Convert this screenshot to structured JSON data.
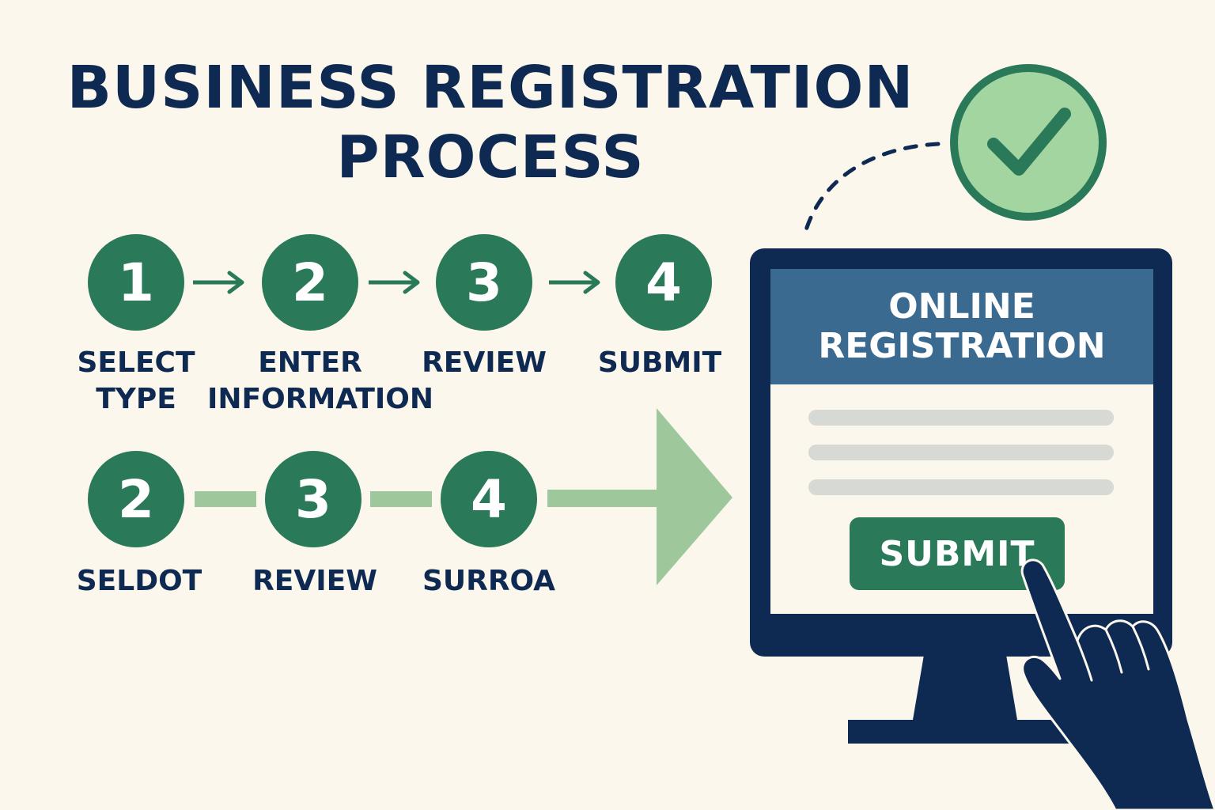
{
  "title": {
    "line1": "BUSINESS REGISTRATION",
    "line2": "PROCESS"
  },
  "top_row": {
    "steps": [
      {
        "number": "1",
        "label_line1": "SELECT",
        "label_line2": "TYPE"
      },
      {
        "number": "2",
        "label_line1": "ENTER",
        "label_line2": "INFORMATION"
      },
      {
        "number": "3",
        "label_line1": "REVIEW",
        "label_line2": ""
      },
      {
        "number": "4",
        "label_line1": "SUBMIT",
        "label_line2": ""
      }
    ]
  },
  "bottom_row": {
    "steps": [
      {
        "number": "2",
        "label": "SELDOT"
      },
      {
        "number": "3",
        "label": "REVIEW"
      },
      {
        "number": "4",
        "label": "SURROA"
      }
    ]
  },
  "screen": {
    "header_line1": "ONLINE",
    "header_line2": "REGISTRATION",
    "submit_label": "SUBMIT"
  },
  "colors": {
    "navy": "#0f2a52",
    "green": "#2a7a5a",
    "light_green": "#9ec89b",
    "screen_header": "#3b6a90",
    "background": "#fbf7ec"
  },
  "icons": [
    "check-icon",
    "arrow-right-icon",
    "pointing-hand-icon",
    "monitor-icon"
  ]
}
